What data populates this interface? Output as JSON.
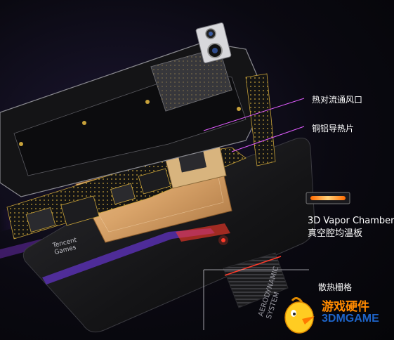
{
  "labels": {
    "airflow": "热对流通风口",
    "copper_aluminum": "铜铝导热片",
    "vapor_chamber_en": "3D Vapor Chamber",
    "vapor_chamber_cn": "真空腔均温板",
    "heat_grille": "散热栅格"
  },
  "phone_print": {
    "brand_line1": "Tencent",
    "brand_line2": "Games",
    "side_text1": "AERODYNAMIC",
    "side_text2": "SYSTEM"
  },
  "watermark": {
    "line1": "游戏硬件",
    "line2": "3DMGAME"
  },
  "colors": {
    "background": "#07060c",
    "accent_red": "#ff3a2a",
    "copper": "#d9a46a",
    "pcb_gold": "#c8a23a",
    "callout_line": "#e05cff",
    "watermark_orange": "#ff8a00",
    "watermark_blue": "#1e64c8"
  }
}
